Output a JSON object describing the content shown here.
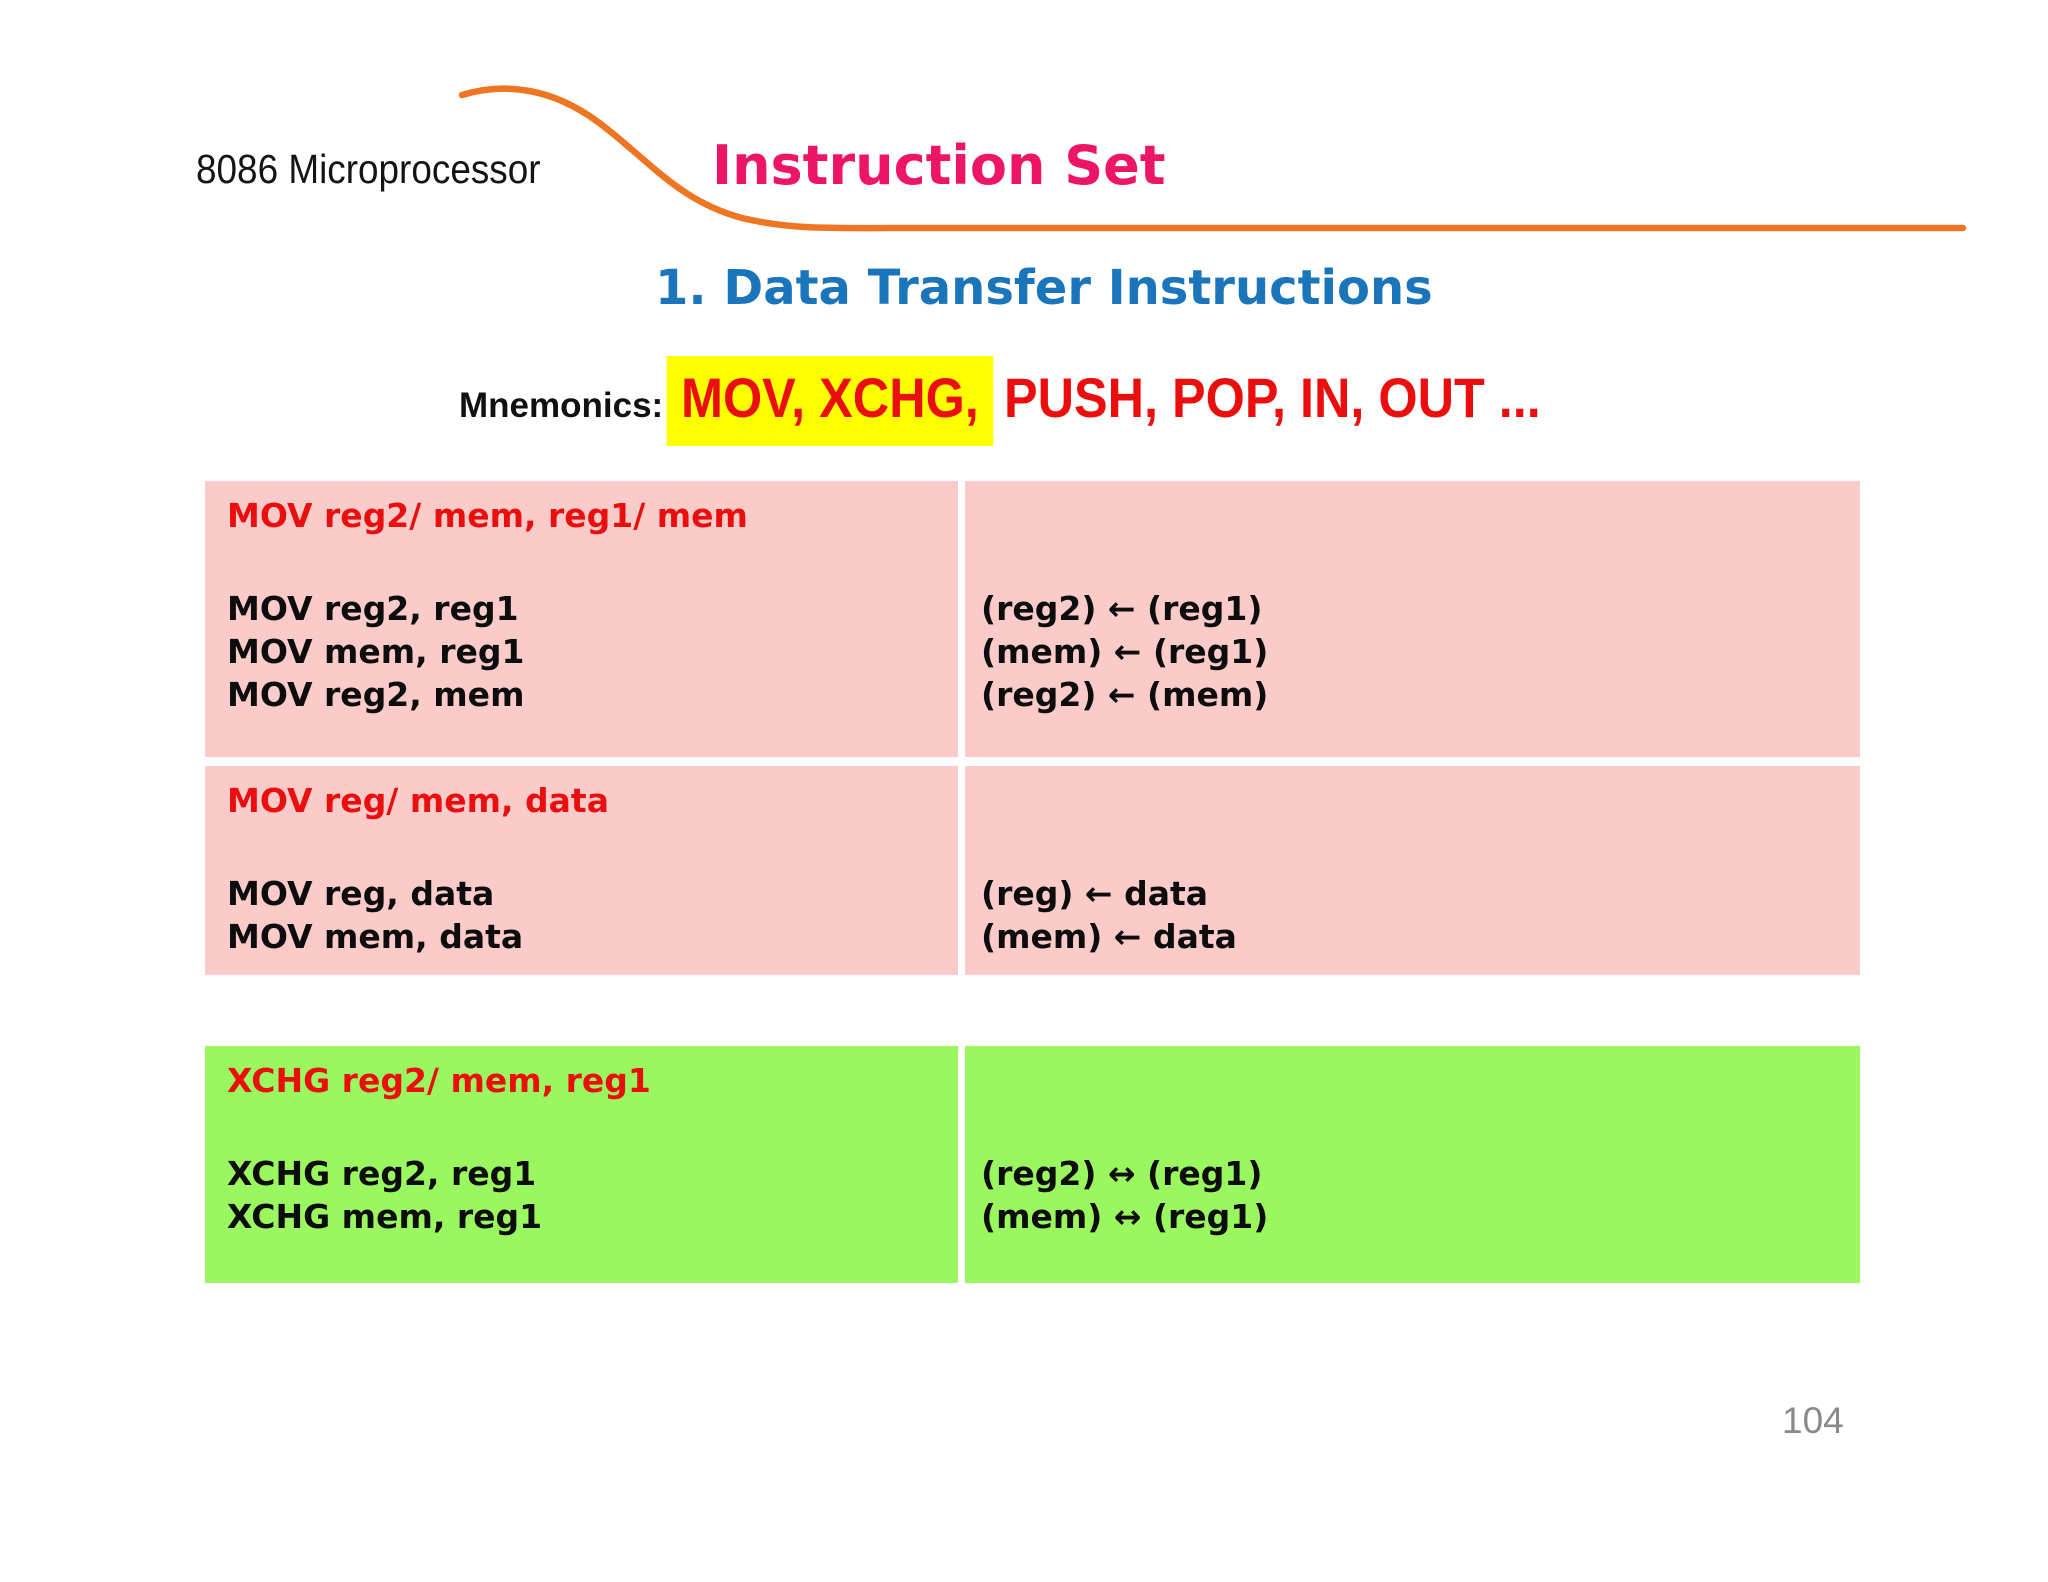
{
  "header": {
    "course_label": "8086 Microprocessor",
    "title": "Instruction Set"
  },
  "section": {
    "heading": "1. Data Transfer Instructions"
  },
  "mnemonics": {
    "label": "Mnemonics:",
    "highlighted": "MOV, XCHG,",
    "rest": "PUSH, POP, IN, OUT ..."
  },
  "tables": [
    {
      "variant": "pink",
      "rows": [
        {
          "header": "MOV reg2/ mem, reg1/ mem",
          "left_lines": [
            "MOV reg2, reg1",
            "MOV mem, reg1",
            "MOV reg2, mem"
          ],
          "right_lines": [
            "(reg2) ← (reg1)",
            "(mem) ← (reg1)",
            "(reg2) ← (mem)"
          ]
        },
        {
          "header": "MOV reg/ mem, data",
          "left_lines": [
            "MOV reg, data",
            "MOV mem, data"
          ],
          "right_lines": [
            "(reg) ← data",
            "(mem) ← data"
          ]
        }
      ]
    },
    {
      "variant": "green",
      "rows": [
        {
          "header": "XCHG reg2/ mem, reg1",
          "left_lines": [
            "XCHG reg2, reg1",
            "XCHG mem, reg1"
          ],
          "right_lines": [
            "(reg2) ↔ (reg1)",
            "(mem) ↔ (reg1)"
          ]
        }
      ]
    }
  ],
  "footer": {
    "page_number": "104"
  },
  "colors": {
    "accent_orange": "#EE7522",
    "title_magenta": "#ED1566",
    "heading_blue": "#1B75BB",
    "mnemonic_red": "#EA0E0E",
    "highlight_yellow": "#FFFF00",
    "table_pink": "#FBCBC9",
    "table_green": "#9BF75F",
    "page_number_gray": "#8A8A8A"
  }
}
